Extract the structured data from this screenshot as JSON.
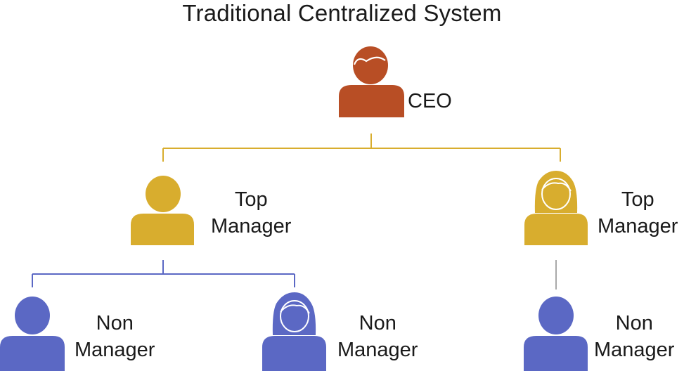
{
  "title": "Traditional Centralized System",
  "colors": {
    "ceo": "#b84e25",
    "top_manager": "#d8ad2e",
    "non_manager": "#5b68c4",
    "line_top": "#d8ad2e",
    "line_left": "#5b68c4",
    "line_right": "#a9a9a9",
    "hair_outline": "#ffffff"
  },
  "nodes": {
    "ceo": {
      "label": "CEO",
      "icon": "male-person-icon"
    },
    "top_manager_left": {
      "label_line1": "Top",
      "label_line2": "Manager",
      "icon": "male-person-icon"
    },
    "top_manager_right": {
      "label_line1": "Top",
      "label_line2": "Manager",
      "icon": "female-person-icon"
    },
    "non_manager_1": {
      "label_line1": "Non",
      "label_line2": "Manager",
      "icon": "male-person-icon"
    },
    "non_manager_2": {
      "label_line1": "Non",
      "label_line2": "Manager",
      "icon": "female-person-icon"
    },
    "non_manager_3": {
      "label_line1": "Non",
      "label_line2": "Manager",
      "icon": "male-person-icon"
    }
  }
}
